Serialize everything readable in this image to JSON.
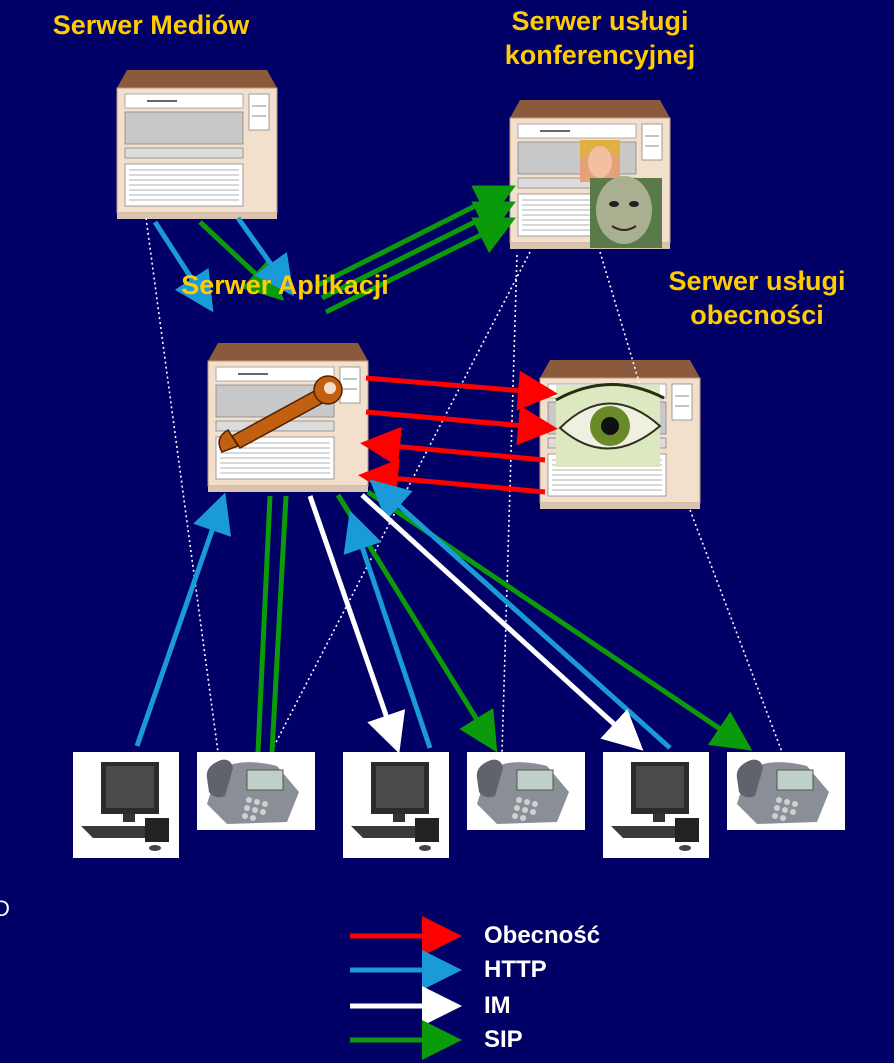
{
  "labels": {
    "media_server": "Serwer Mediów",
    "conference_server_line1": "Serwer usługi",
    "conference_server_line2": "konferencyjnej",
    "app_server": "Serwer Aplikacji",
    "presence_server_line1": "Serwer usługi",
    "presence_server_line2": "obecności"
  },
  "stray_text": "D",
  "legend": [
    {
      "label": "Obecność",
      "color": "#ff0000"
    },
    {
      "label": "HTTP",
      "color": "#1a9ad6"
    },
    {
      "label": "IM",
      "color": "#ffffff"
    },
    {
      "label": "SIP",
      "color": "#0a9a0a"
    }
  ],
  "icons": {
    "server": "server-tower-icon",
    "pc": "desktop-computer-icon",
    "phone": "desk-phone-icon",
    "wrench": "wrench-icon",
    "eye": "eye-icon",
    "faces": "face-avatar-icon"
  },
  "colors": {
    "background": "#000066",
    "label": "#ffcc00",
    "presence": "#ff0000",
    "http": "#1a9ad6",
    "im": "#ffffff",
    "sip": "#0a9a0a"
  }
}
